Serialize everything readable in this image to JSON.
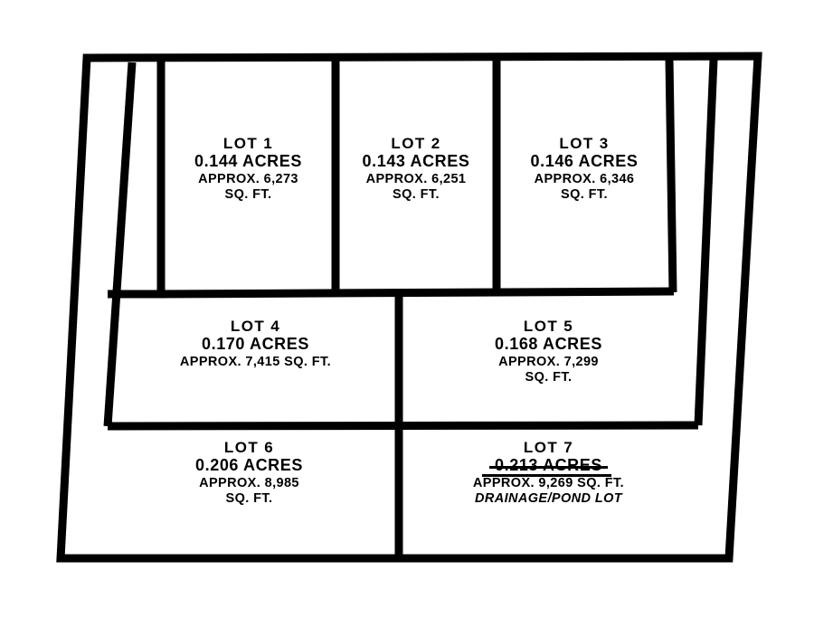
{
  "document": {
    "type": "plat-map",
    "title": "Subdivision Plat — Lot Layout",
    "line_color": "#000000",
    "background_color": "#ffffff"
  },
  "lots": [
    {
      "id": "lot-1",
      "title": "LOT 1",
      "acres": "0.144 ACRES",
      "sqft_line1": "APPROX. 6,273",
      "sqft_line2": "SQ. FT.",
      "note": "",
      "struck": false
    },
    {
      "id": "lot-2",
      "title": "LOT 2",
      "acres": "0.143 ACRES",
      "sqft_line1": "APPROX. 6,251",
      "sqft_line2": "SQ. FT.",
      "note": "",
      "struck": false
    },
    {
      "id": "lot-3",
      "title": "LOT 3",
      "acres": "0.146 ACRES",
      "sqft_line1": "APPROX. 6,346",
      "sqft_line2": "SQ. FT.",
      "note": "",
      "struck": false
    },
    {
      "id": "lot-4",
      "title": "LOT 4",
      "acres": "0.170 ACRES",
      "sqft_line1": "APPROX. 7,415 SQ. FT.",
      "sqft_line2": "",
      "note": "",
      "struck": false
    },
    {
      "id": "lot-5",
      "title": "LOT 5",
      "acres": "0.168 ACRES",
      "sqft_line1": "APPROX. 7,299",
      "sqft_line2": "SQ. FT.",
      "note": "",
      "struck": false
    },
    {
      "id": "lot-6",
      "title": "LOT 6",
      "acres": "0.206 ACRES",
      "sqft_line1": "APPROX. 8,985",
      "sqft_line2": "SQ. FT.",
      "note": "",
      "struck": false
    },
    {
      "id": "lot-7",
      "title": "LOT 7",
      "acres": "0.213 ACRES",
      "sqft_line1": "APPROX. 9,269 SQ. FT.",
      "sqft_line2": "",
      "note": "DRAINAGE/POND LOT",
      "struck": true
    }
  ]
}
